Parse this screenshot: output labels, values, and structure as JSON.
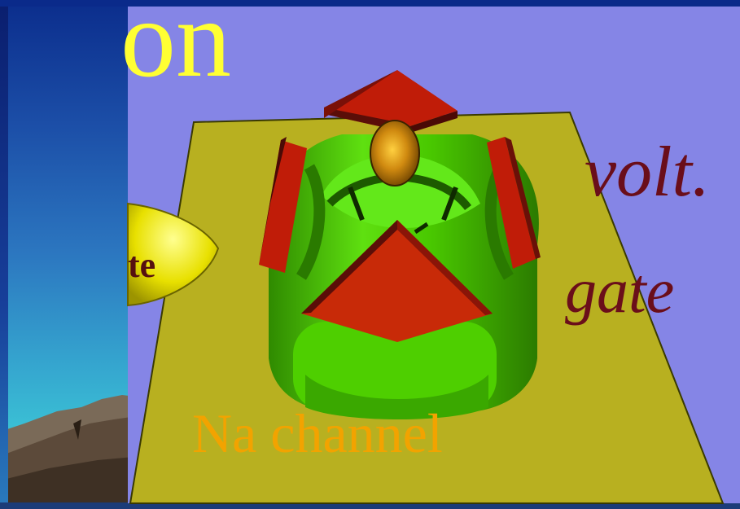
{
  "slide": {
    "title_fragment": "on",
    "labels": {
      "volt": "volt.",
      "gate": "gate",
      "channel": "Na channel",
      "blob": "te"
    }
  },
  "colors": {
    "background_top": "#0b2d8c",
    "background_bottom": "#41d5d8",
    "panel": "#8585e6",
    "title": "#ffff33",
    "membrane": "#b8b020",
    "channel_green": "#44c400",
    "gate_red": "#c8200a",
    "gate_dark": "#6a0e1a",
    "ion": "#d89a1a",
    "label_orange": "#f2a300"
  },
  "icons": {
    "background": "mountain-landscape",
    "figure": "sodium-channel-3d-model"
  }
}
